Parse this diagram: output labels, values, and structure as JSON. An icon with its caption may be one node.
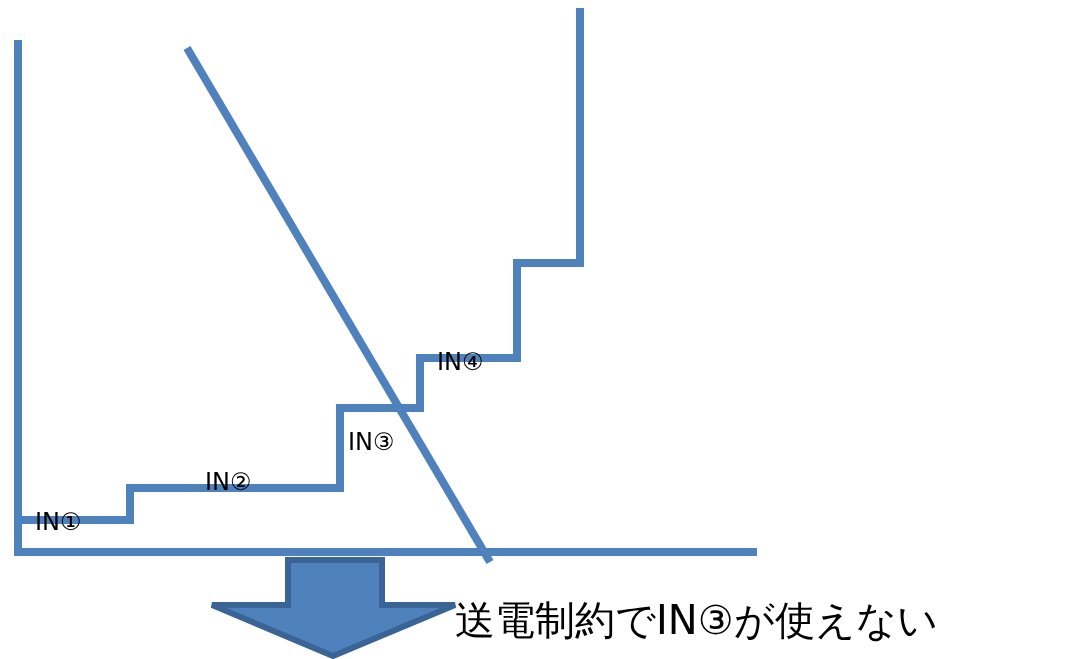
{
  "diagram": {
    "labels": [
      "IN①",
      "IN②",
      "IN③",
      "IN④",
      "送電制約でIN③が使えない"
    ]
  }
}
